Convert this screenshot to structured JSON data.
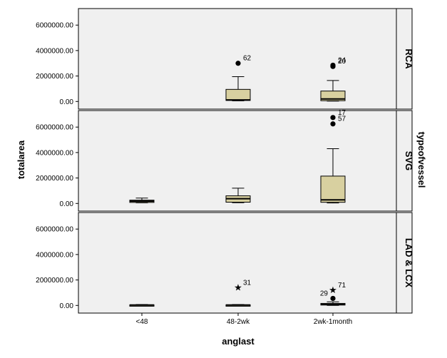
{
  "chart_data": {
    "type": "boxplot",
    "xlabel": "anglast",
    "ylabel": "totalarea",
    "facet_label": "typeofvessel",
    "categories": [
      "<48",
      "48-2wk",
      "2wk-1month"
    ],
    "yticks": [
      "0.00",
      "2000000.00",
      "4000000.00",
      "6000000.00"
    ],
    "ylim": [
      -600000,
      7300000
    ],
    "box_color": "#d8d0a0",
    "panel_bg": "#f0f0f0",
    "panels": [
      {
        "label": "RCA",
        "boxes": [
          null,
          {
            "category": "48-2wk",
            "whisker_low": 50000,
            "q1": 80000,
            "median": 120000,
            "q3": 950000,
            "whisker_high": 1950000
          },
          {
            "category": "2wk-1month",
            "whisker_low": 30000,
            "q1": 60000,
            "median": 200000,
            "q3": 820000,
            "whisker_high": 1650000
          }
        ],
        "outliers": [
          {
            "category": "48-2wk",
            "value": 3000000,
            "label": "62",
            "marker": "circle"
          },
          {
            "category": "2wk-1month",
            "value": 2850000,
            "label": "24",
            "marker": "circle"
          },
          {
            "category": "2wk-1month",
            "value": 2750000,
            "label": "20",
            "marker": "circle"
          }
        ]
      },
      {
        "label": "SVG",
        "boxes": [
          {
            "category": "<48",
            "whisker_low": 50000,
            "q1": 80000,
            "median": 180000,
            "q3": 260000,
            "whisker_high": 420000
          },
          {
            "category": "48-2wk",
            "whisker_low": 60000,
            "q1": 100000,
            "median": 370000,
            "q3": 600000,
            "whisker_high": 1200000
          },
          {
            "category": "2wk-1month",
            "whisker_low": 40000,
            "q1": 90000,
            "median": 280000,
            "q3": 2150000,
            "whisker_high": 4300000
          }
        ],
        "outliers": [
          {
            "category": "2wk-1month",
            "value": 6750000,
            "label": "17",
            "marker": "circle"
          },
          {
            "category": "2wk-1month",
            "value": 6250000,
            "label": "57",
            "marker": "circle"
          }
        ]
      },
      {
        "label": "LAD & LCX",
        "boxes": [
          {
            "category": "<48",
            "whisker_low": 0,
            "q1": 10000,
            "median": 30000,
            "q3": 50000,
            "whisker_high": 70000
          },
          {
            "category": "48-2wk",
            "whisker_low": 0,
            "q1": 10000,
            "median": 30000,
            "q3": 50000,
            "whisker_high": 70000
          },
          {
            "category": "2wk-1month",
            "whisker_low": 0,
            "q1": 30000,
            "median": 80000,
            "q3": 160000,
            "whisker_high": 280000
          }
        ],
        "outliers": [
          {
            "category": "48-2wk",
            "value": 1400000,
            "label": "31",
            "marker": "star"
          },
          {
            "category": "2wk-1month",
            "value": 1200000,
            "label": "71",
            "marker": "star"
          },
          {
            "category": "2wk-1month",
            "value": 550000,
            "label": "29",
            "marker": "circle"
          }
        ]
      }
    ]
  }
}
